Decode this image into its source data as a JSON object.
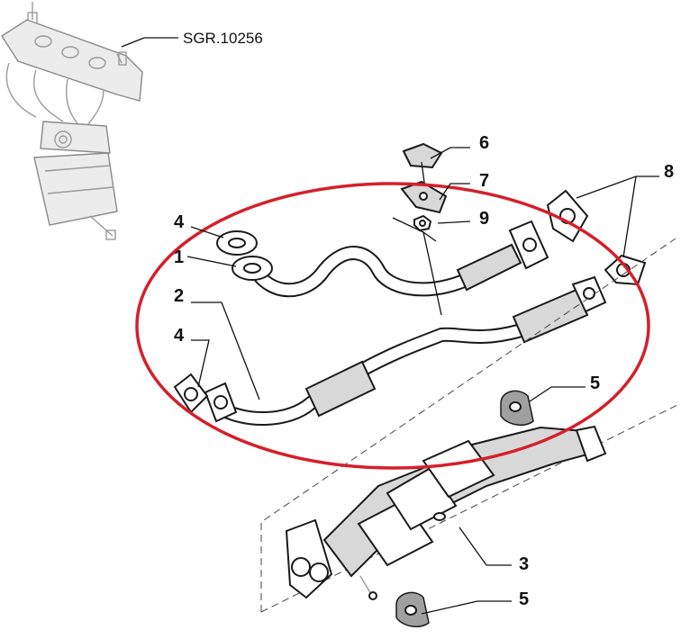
{
  "reference": "SGR.10256",
  "callouts": [
    "1",
    "2",
    "3",
    "4",
    "4",
    "5",
    "5",
    "6",
    "7",
    "8",
    "9"
  ],
  "highlight_color": "#d4202a",
  "line_color": "#1a1a1a"
}
